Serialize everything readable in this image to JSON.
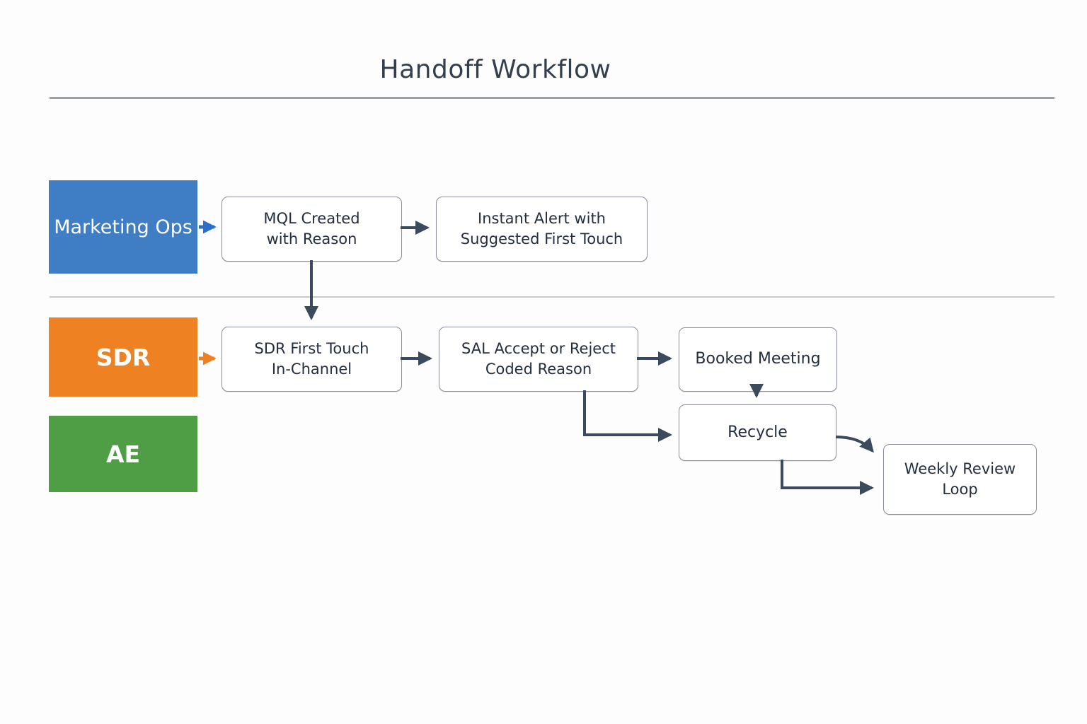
{
  "title": "Handoff Workflow",
  "lanes": [
    {
      "id": "marketing-ops",
      "label": "Marketing Ops"
    },
    {
      "id": "sdr",
      "label": "SDR"
    },
    {
      "id": "ae",
      "label": "AE"
    }
  ],
  "nodes": {
    "mql": {
      "label": "MQL Created\nwith Reason"
    },
    "alert": {
      "label": "Instant Alert with\nSuggested First Touch"
    },
    "sdrft": {
      "label": "SDR First Touch\nIn-Channel"
    },
    "sal": {
      "label": "SAL Accept or Reject\nCoded Reason"
    },
    "booked": {
      "label": "Booked Meeting"
    },
    "recycle": {
      "label": "Recycle"
    },
    "weekly": {
      "label": "Weekly Review\nLoop"
    }
  },
  "edges": [
    {
      "from": "marketing-ops-lane",
      "to": "mql"
    },
    {
      "from": "mql",
      "to": "alert"
    },
    {
      "from": "mql",
      "to": "sdrft"
    },
    {
      "from": "sdr-lane",
      "to": "sdrft"
    },
    {
      "from": "sdrft",
      "to": "sal"
    },
    {
      "from": "sal",
      "to": "booked"
    },
    {
      "from": "sal",
      "to": "recycle"
    },
    {
      "from": "booked",
      "to": "recycle"
    },
    {
      "from": "recycle",
      "to": "weekly"
    },
    {
      "from": "recycle",
      "to": "weekly"
    }
  ],
  "colors": {
    "lane-marketing": "#3f7dc5",
    "lane-sdr": "#ee8122",
    "lane-ae": "#4f9d45",
    "connector": "#3c4a5e",
    "arrow-blue": "#2a6fc8",
    "arrow-orange": "#f08122",
    "node-border": "#8b909a",
    "node-text": "#232e3e",
    "title-text": "#333f4f",
    "rule-strong": "#9ba1ab",
    "rule-light": "#c7cbd0"
  }
}
